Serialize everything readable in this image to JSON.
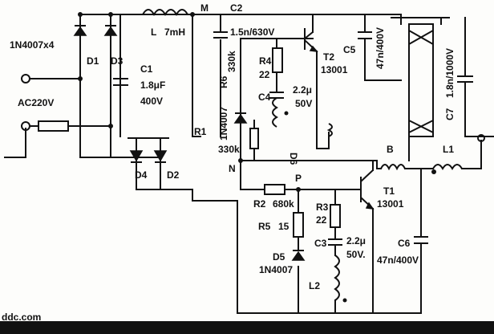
{
  "labels": {
    "bridge_diodes": "1N4007x4",
    "d1": "D1",
    "d2": "D2",
    "d3": "D3",
    "d4": "D4",
    "input": "AC220V",
    "inductor_l": "L",
    "inductor_l_value": "7mH",
    "node_m": "M",
    "c1": "C1",
    "c1_value": "1.8μF",
    "c1_voltage": "400V",
    "c2": "C2",
    "c2_value": "1.5n/630V",
    "r6": "R6",
    "r6_value": "330k",
    "d6_part": "1N4007",
    "r4": "R4",
    "r4_value": "22",
    "c4": "C4",
    "c4_value": "2.2μ",
    "c4_voltage": "50V",
    "d6": "D6",
    "t2": "T2",
    "t2_part": "13001",
    "c5": "C5",
    "c5_value": "47n/400V",
    "c7": "C7",
    "c7_value": "1.8n/1000V",
    "r1": "R1",
    "r1_value": "330k",
    "node_n": "N",
    "node_p": "P",
    "b": "B",
    "l1": "L1",
    "r2": "R2",
    "r2_value": "680k",
    "t1": "T1",
    "t1_part": "13001",
    "r3": "R3",
    "r3_value": "22",
    "r5": "R5",
    "r5_value": "15",
    "c3": "C3",
    "c3_value": "2.2μ",
    "c3_voltage": "50V.",
    "d5": "D5",
    "d5_part": "1N4007",
    "l2": "L2",
    "c6": "C6",
    "c6_value": "47n/400V",
    "watermark": "ddc.com"
  }
}
